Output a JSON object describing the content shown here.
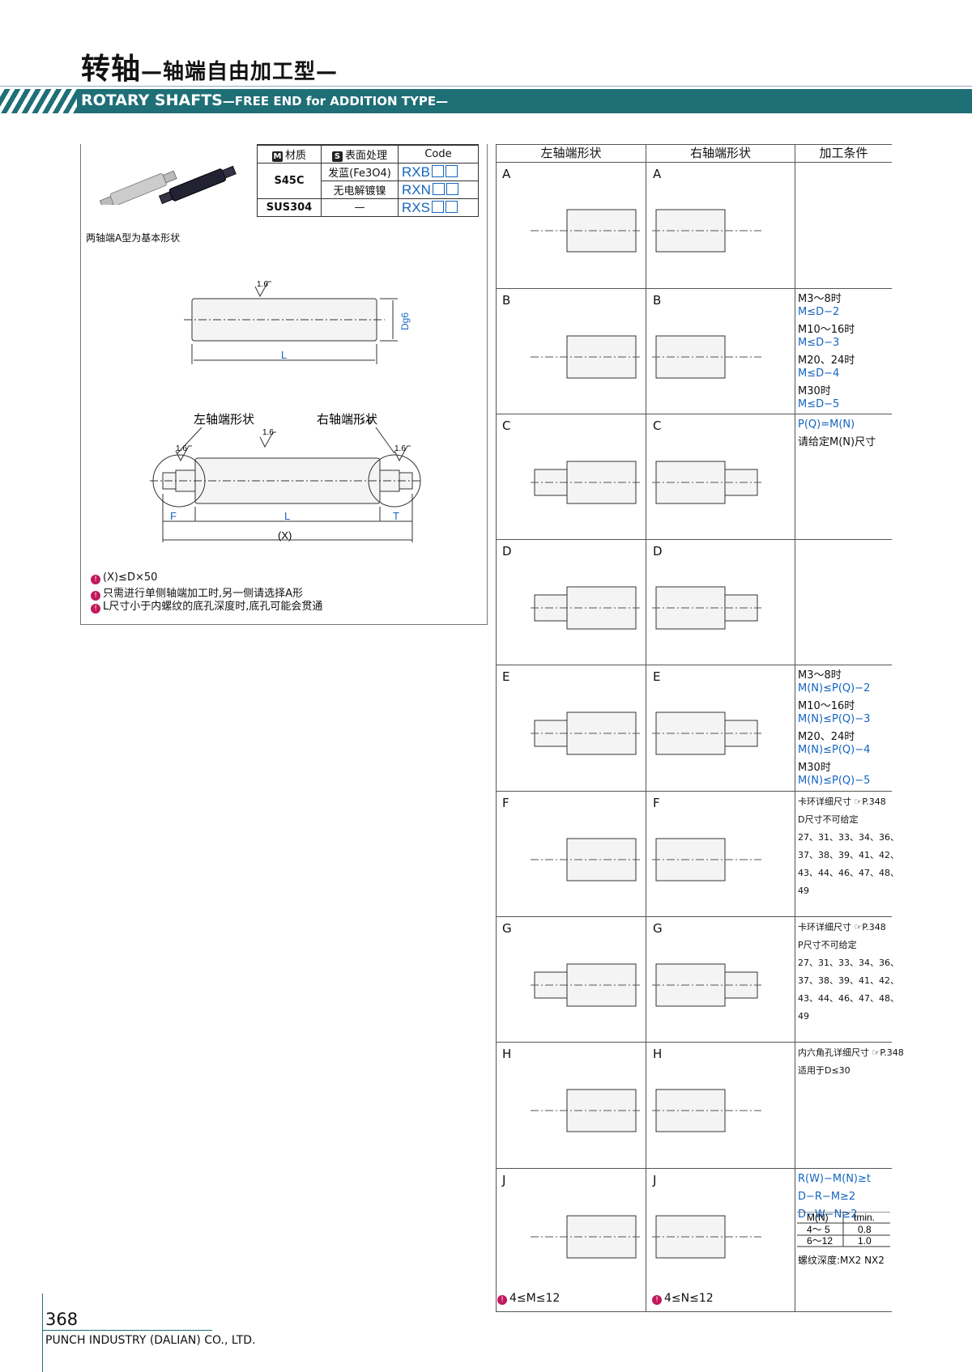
{
  "title": {
    "cn_main": "转轴",
    "cn_sub": "—轴端自由加工型—",
    "en_main": "ROTARY SHAFTS",
    "en_sub": "—FREE END for ADDITION TYPE—"
  },
  "material_table": {
    "h_material": "材质",
    "h_surface": "表面处理",
    "h_code": "Code",
    "badge_m": "M",
    "badge_s": "S",
    "rows": [
      {
        "material": "S45C",
        "surface": "发蓝(Fe3O4)",
        "code": "RXB"
      },
      {
        "material": "",
        "surface": "无电解镀镍",
        "code": "RXN"
      },
      {
        "material": "SUS304",
        "surface": "—",
        "code": "RXS"
      }
    ]
  },
  "basic_note": "两轴端A型为基本形状",
  "diagram_labels": {
    "roughness": "1.6",
    "dg6": "Dg6",
    "L": "L",
    "left_end": "左轴端形状",
    "right_end": "右轴端形状",
    "F": "F",
    "T": "T",
    "X": "(X)"
  },
  "notes": [
    "(X)≤D×50",
    "只需进行单侧轴端加工时,另一侧请选择A形",
    "L尺寸小于内螺纹的底孔深度时,底孔可能会贯通"
  ],
  "table_headers": [
    "左轴端形状",
    "右轴端形状",
    "加工条件"
  ],
  "rows": [
    {
      "label": "A",
      "cond": []
    },
    {
      "label": "B",
      "cond": [
        [
          "M3～8时",
          "M≤D−2"
        ],
        [
          "M10～16时",
          "M≤D−3"
        ],
        [
          "M20、24时",
          "M≤D−4"
        ],
        [
          "M30时",
          "M≤D−5"
        ]
      ]
    },
    {
      "label": "C",
      "cond": [
        [
          "",
          "P(Q)=M(N)"
        ],
        [
          "请给定M(N)尺寸",
          ""
        ]
      ]
    },
    {
      "label": "D",
      "cond": []
    },
    {
      "label": "E",
      "cond": [
        [
          "M3～8时",
          "M(N)≤P(Q)−2"
        ],
        [
          "M10～16时",
          "M(N)≤P(Q)−3"
        ],
        [
          "M20、24时",
          "M(N)≤P(Q)−4"
        ],
        [
          "M30时",
          "M(N)≤P(Q)−5"
        ]
      ]
    },
    {
      "label": "F",
      "cond": [
        [
          "卡环详细尺寸 ☞P.348",
          ""
        ],
        [
          "D尺寸不可给定",
          ""
        ],
        [
          "27、31、33、34、36、",
          ""
        ],
        [
          "37、38、39、41、42、",
          ""
        ],
        [
          "43、44、46、47、48、",
          ""
        ],
        [
          "49",
          ""
        ]
      ]
    },
    {
      "label": "G",
      "cond": [
        [
          "卡环详细尺寸 ☞P.348",
          ""
        ],
        [
          "P尺寸不可给定",
          ""
        ],
        [
          "27、31、33、34、36、",
          ""
        ],
        [
          "37、38、39、41、42、",
          ""
        ],
        [
          "43、44、46、47、48、",
          ""
        ],
        [
          "49",
          ""
        ]
      ]
    },
    {
      "label": "H",
      "cond": [
        [
          "内六角孔详细尺寸 ☞P.348",
          ""
        ],
        [
          "适用于D≤30",
          ""
        ]
      ]
    },
    {
      "label": "J",
      "cond": [
        [
          "",
          "R(W)−M(N)≥t"
        ],
        [
          "",
          "D−R−M≥2"
        ],
        [
          "",
          "D−W−N≥2"
        ]
      ]
    }
  ],
  "j_table": {
    "h1": "M(N)",
    "h2": "tmin.",
    "r1": [
      "4～ 5",
      "0.8"
    ],
    "r2": [
      "6～12",
      "1.0"
    ],
    "thread": "螺纹深度:MX2 NX2"
  },
  "j_notes": [
    "4≤M≤12",
    "4≤N≤12"
  ],
  "page_number": "368",
  "company": "PUNCH INDUSTRY (DALIAN) CO., LTD.",
  "colors": {
    "banner": "#1f6f76",
    "accent": "#1565c0",
    "note": "#c2185b"
  }
}
